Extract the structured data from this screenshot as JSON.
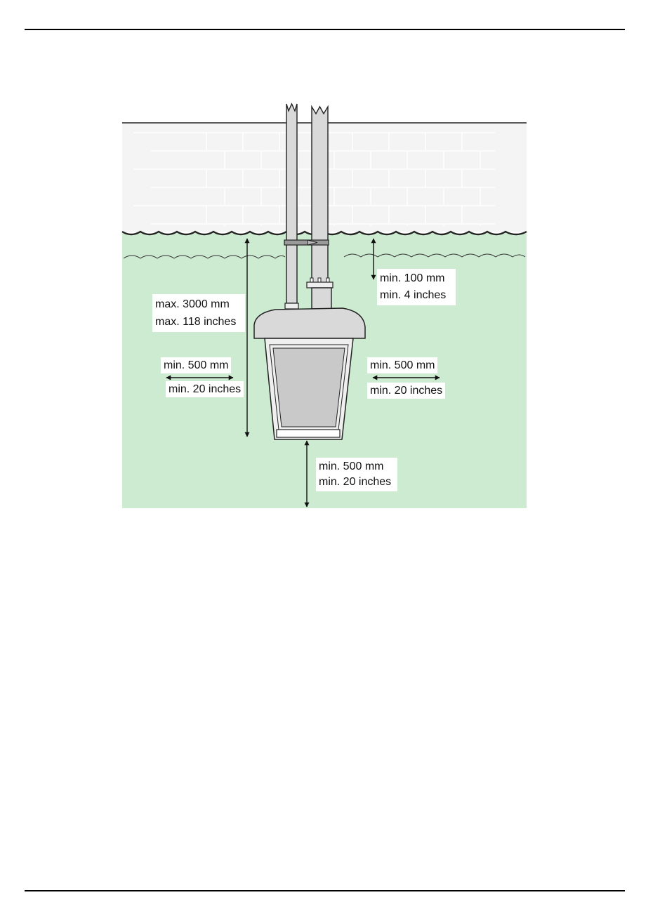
{
  "colors": {
    "water": "#cdebd0",
    "brick_wall": "#f4f4f4",
    "brick_line": "#ffffff",
    "fixture_gray": "#d9d9d9",
    "lens_gray": "#c9c9c9",
    "outline": "#222222"
  },
  "labels": {
    "top_clearance_mm": "min. 100 mm",
    "top_clearance_in": "min. 4 inches",
    "max_depth_mm": "max. 3000 mm",
    "max_depth_in": "max. 118 inches",
    "left_clearance_mm": "min. 500 mm",
    "left_clearance_in": "min. 20 inches",
    "right_clearance_mm": "min. 500 mm",
    "right_clearance_in": "min. 20 inches",
    "bottom_clearance_mm": "min. 500 mm",
    "bottom_clearance_in": "min. 20 inches"
  }
}
